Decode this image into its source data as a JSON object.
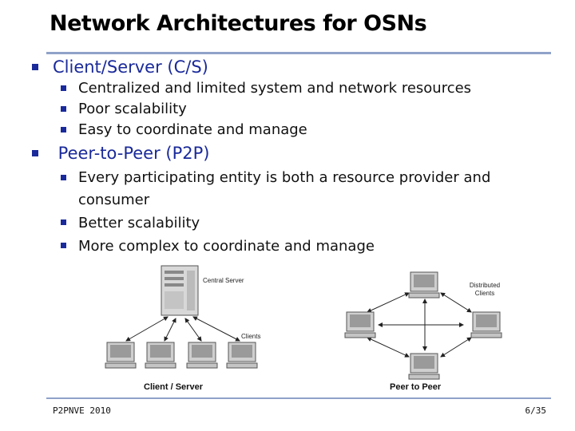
{
  "slide": {
    "title": "Network Architectures for OSNs",
    "bullets": [
      {
        "text": "Client/Server (C/S)",
        "sub": [
          "Centralized and limited system and network resources",
          "Poor scalability",
          "Easy to coordinate and manage"
        ]
      },
      {
        "text": " Peer-to-Peer (P2P)",
        "sub": [
          "Every participating entity is both a resource provider and consumer",
          "Better scalability",
          "More complex to coordinate and manage"
        ]
      }
    ]
  },
  "figure": {
    "cs": {
      "server_label": "Central Server",
      "clients_label": "Clients",
      "caption": "Client / Server"
    },
    "p2p": {
      "clients_label": "Distributed Clients",
      "caption": "Peer to Peer"
    }
  },
  "footer": {
    "left": "P2PNVE 2010",
    "right": "6/35"
  },
  "colors": {
    "accent": "#1a2a9a",
    "rule": "#8fa2c9"
  }
}
